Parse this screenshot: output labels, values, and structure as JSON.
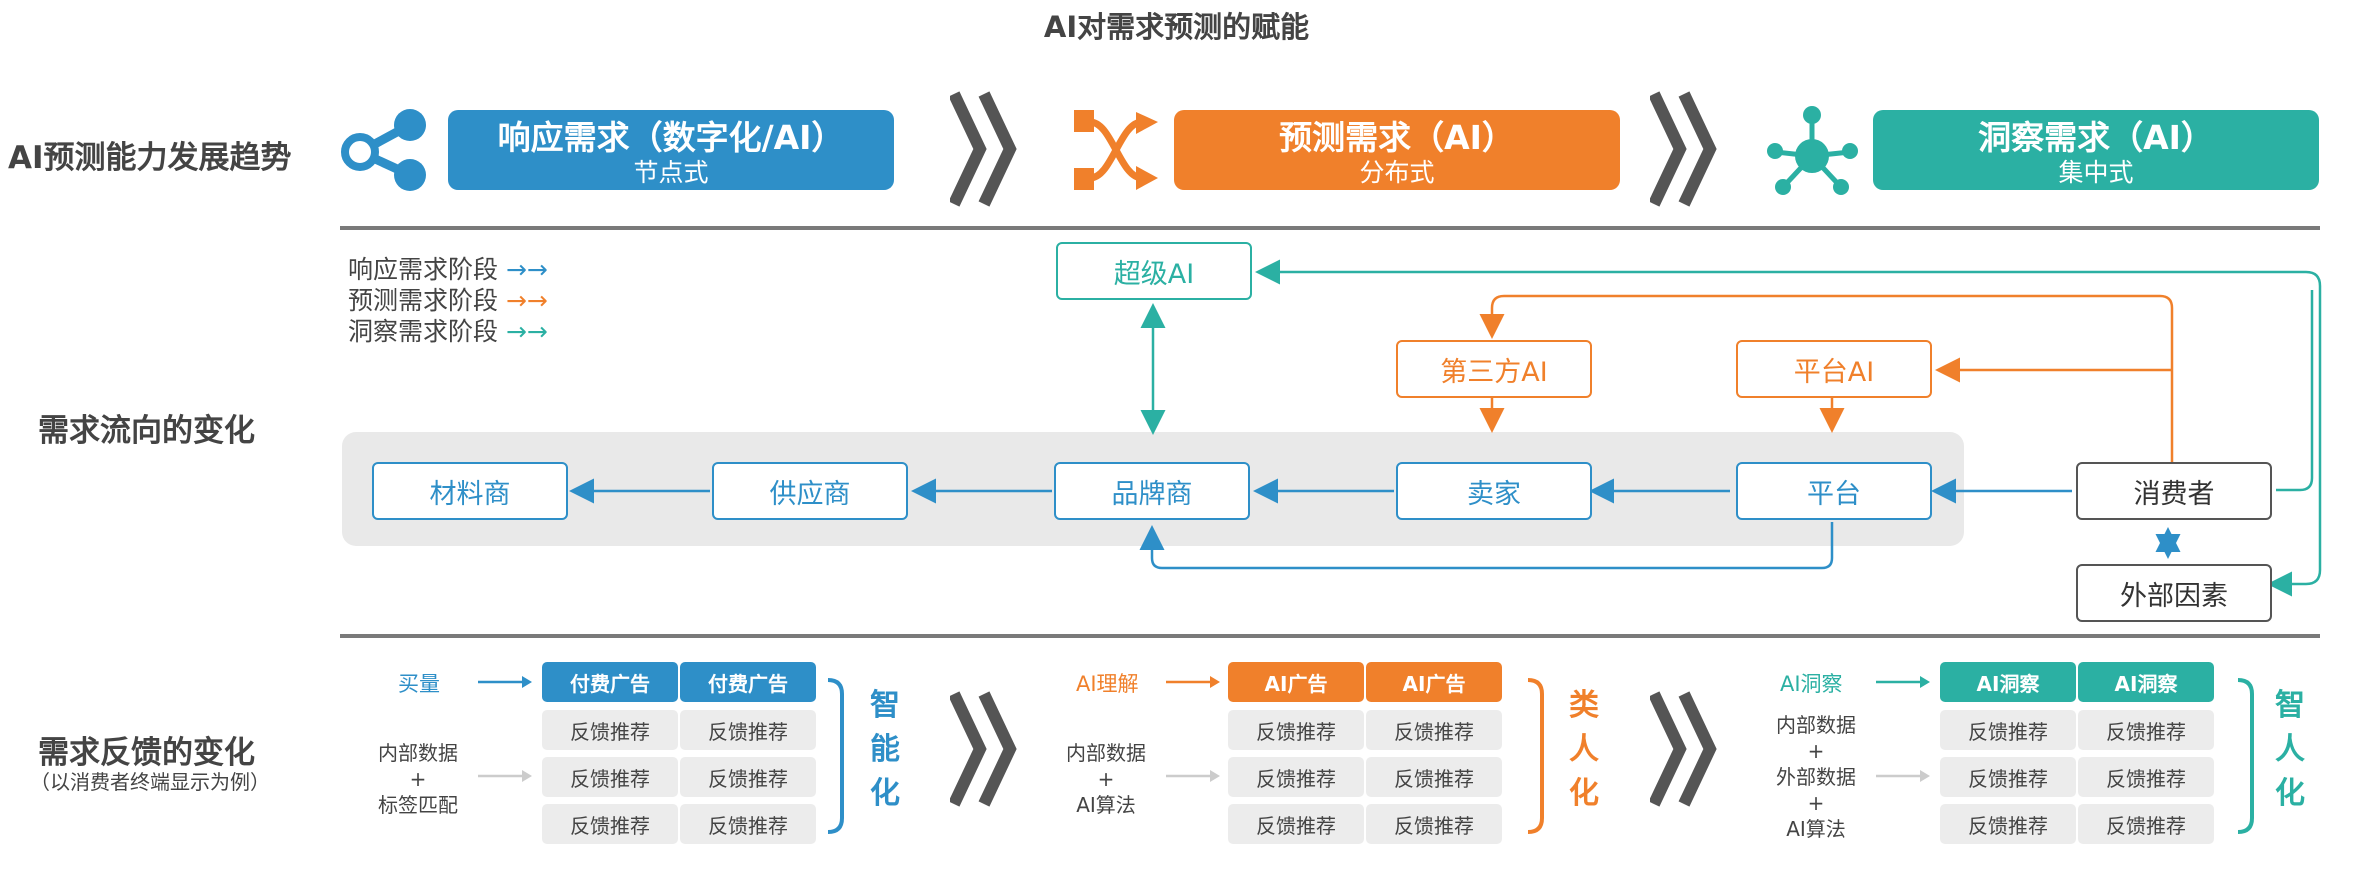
{
  "title": "AI对需求预测的赋能",
  "rows": {
    "trend": "AI预测能力发展趋势",
    "flow": "需求流向的变化",
    "feedback": "需求反馈的变化",
    "feedback_sub": "（以消费者终端显示为例）"
  },
  "stages": [
    {
      "main": "响应需求（数字化/AI）",
      "sub": "节点式",
      "color": "#2e8fc8",
      "icon": "share-icon"
    },
    {
      "main": "预测需求（AI）",
      "sub": "分布式",
      "color": "#f0802b",
      "icon": "shuffle-icon"
    },
    {
      "main": "洞察需求（AI）",
      "sub": "集中式",
      "color": "#2bb0a3",
      "icon": "network-icon"
    }
  ],
  "legend": [
    {
      "label": "响应需求阶段",
      "arrow": "→→",
      "color": "#2e8fc8"
    },
    {
      "label": "预测需求阶段",
      "arrow": "→→",
      "color": "#f0802b"
    },
    {
      "label": "洞察需求阶段",
      "arrow": "→→",
      "color": "#2bb0a3"
    }
  ],
  "nodes": {
    "super_ai": "超级AI",
    "third_party_ai": "第三方AI",
    "platform_ai": "平台AI",
    "materials": "材料商",
    "supplier": "供应商",
    "brand": "品牌商",
    "seller": "卖家",
    "platform": "平台",
    "consumer": "消费者",
    "external": "外部因素"
  },
  "feedback": [
    {
      "input": "买量",
      "color": "#2e8fc8",
      "data_lines": [
        "内部数据",
        "+",
        "标签匹配"
      ],
      "head": "付费广告",
      "cell": "反馈推荐",
      "result": [
        "智",
        "能",
        "化"
      ]
    },
    {
      "input": "AI理解",
      "color": "#f0802b",
      "data_lines": [
        "内部数据",
        "+",
        "AI算法"
      ],
      "head": "AI广告",
      "cell": "反馈推荐",
      "result": [
        "类",
        "人",
        "化"
      ]
    },
    {
      "input": "AI洞察",
      "color": "#2bb0a3",
      "data_lines": [
        "内部数据",
        "+",
        "外部数据",
        "+",
        "AI算法"
      ],
      "head": "AI洞察",
      "cell": "反馈推荐",
      "result": [
        "智",
        "人",
        "化"
      ]
    }
  ]
}
